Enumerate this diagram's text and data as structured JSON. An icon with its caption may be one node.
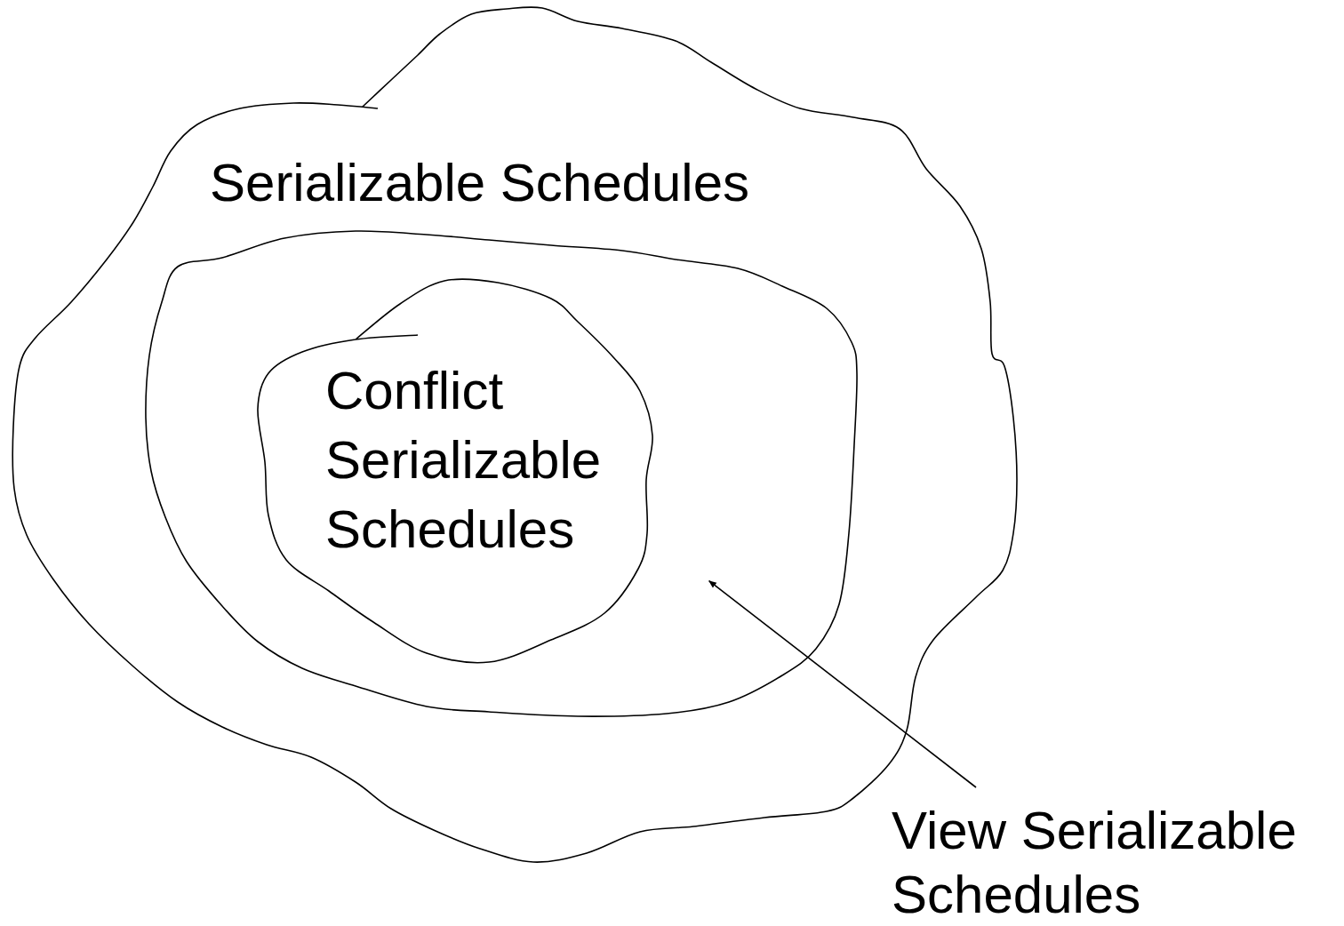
{
  "diagram": {
    "nodes": [
      {
        "text": [
          "Serializable Schedules"
        ]
      },
      {
        "text": [],
        "shape": "cloud",
        "in": 0
      },
      {
        "text": [
          "Conflict Serializable Schedules"
        ],
        "in": 1
      },
      {
        "text": [
          "View Serializable Schedules"
        ]
      }
    ],
    "edges": [
      {
        "from": 3,
        "to": 1,
        "arrow": "to"
      }
    ]
  }
}
